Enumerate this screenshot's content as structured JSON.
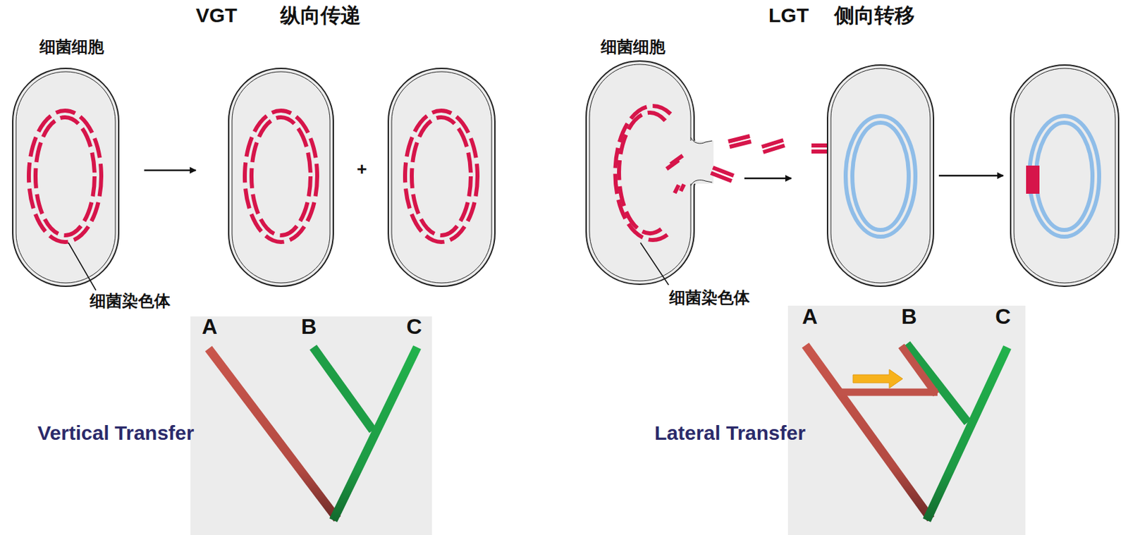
{
  "diagram": {
    "labels": [
      "VGT",
      "纵向传递",
      "细菌细胞",
      "+",
      "细菌染色体",
      "A",
      "B",
      "C",
      "Vertical Transfer",
      "LGT",
      "侧向转移",
      "细菌细胞",
      "细菌染色体",
      "A",
      "B",
      "C",
      "Lateral Transfer"
    ]
  }
}
